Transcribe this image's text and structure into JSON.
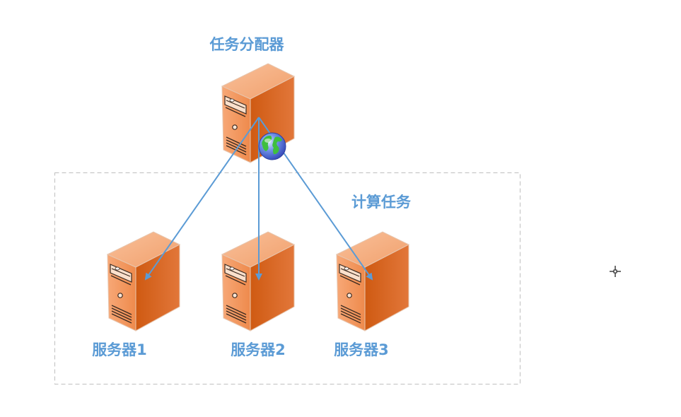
{
  "colors": {
    "label": "#5b9bd5",
    "arrow": "#5b9bd5",
    "dashed_border": "#bfbfbf",
    "server_front": "#f0955a",
    "server_side": "#d7651f",
    "server_top": "#f5b083",
    "background": "#ffffff"
  },
  "diagram": {
    "dispatcher": {
      "label": "任务分配器",
      "icon": "server-icon",
      "badge_icon": "globe-icon"
    },
    "group": {
      "label": "计算任务"
    },
    "servers": [
      {
        "label": "服务器1",
        "icon": "server-icon"
      },
      {
        "label": "服务器2",
        "icon": "server-icon"
      },
      {
        "label": "服务器3",
        "icon": "server-icon"
      }
    ],
    "edges": [
      {
        "from": "任务分配器",
        "to": "服务器1"
      },
      {
        "from": "任务分配器",
        "to": "服务器2"
      },
      {
        "from": "任务分配器",
        "to": "服务器3"
      }
    ]
  },
  "cursor": {
    "icon": "crosshair-cursor-icon"
  }
}
